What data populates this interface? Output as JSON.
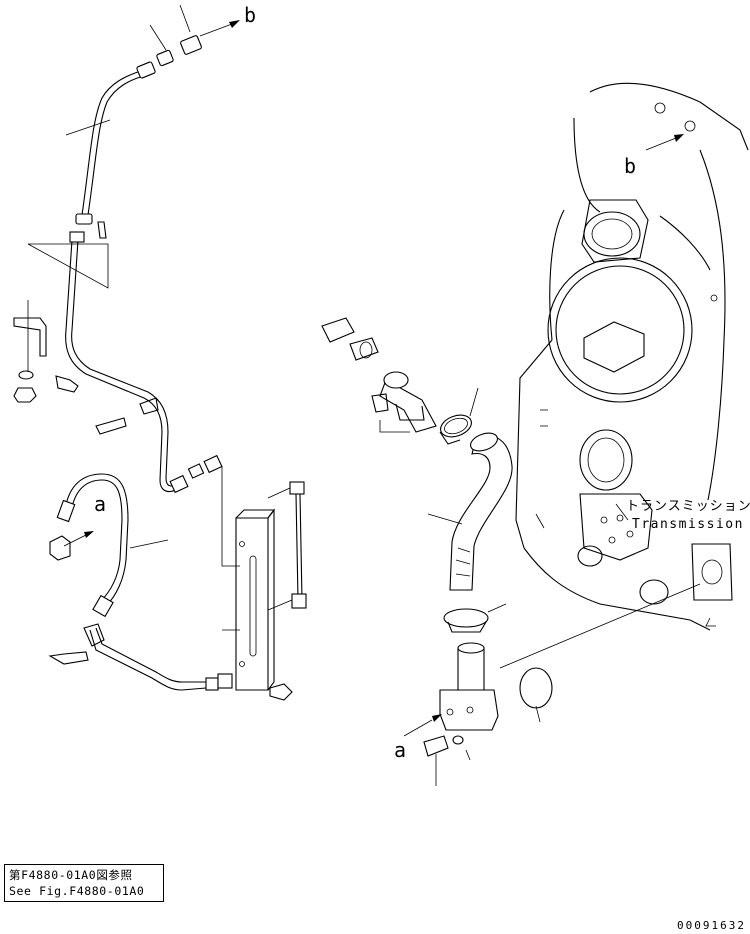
{
  "callouts": {
    "a_left": "a",
    "a_bottom": "a",
    "b_top": "b",
    "b_right": "b"
  },
  "transmission_label": {
    "jp": "トランスミッション",
    "en": "Transmission"
  },
  "reference_note": {
    "jp": "第F4880-01A0図参照",
    "en": "See Fig.F4880-01A0"
  },
  "drawing_number": "00091632"
}
